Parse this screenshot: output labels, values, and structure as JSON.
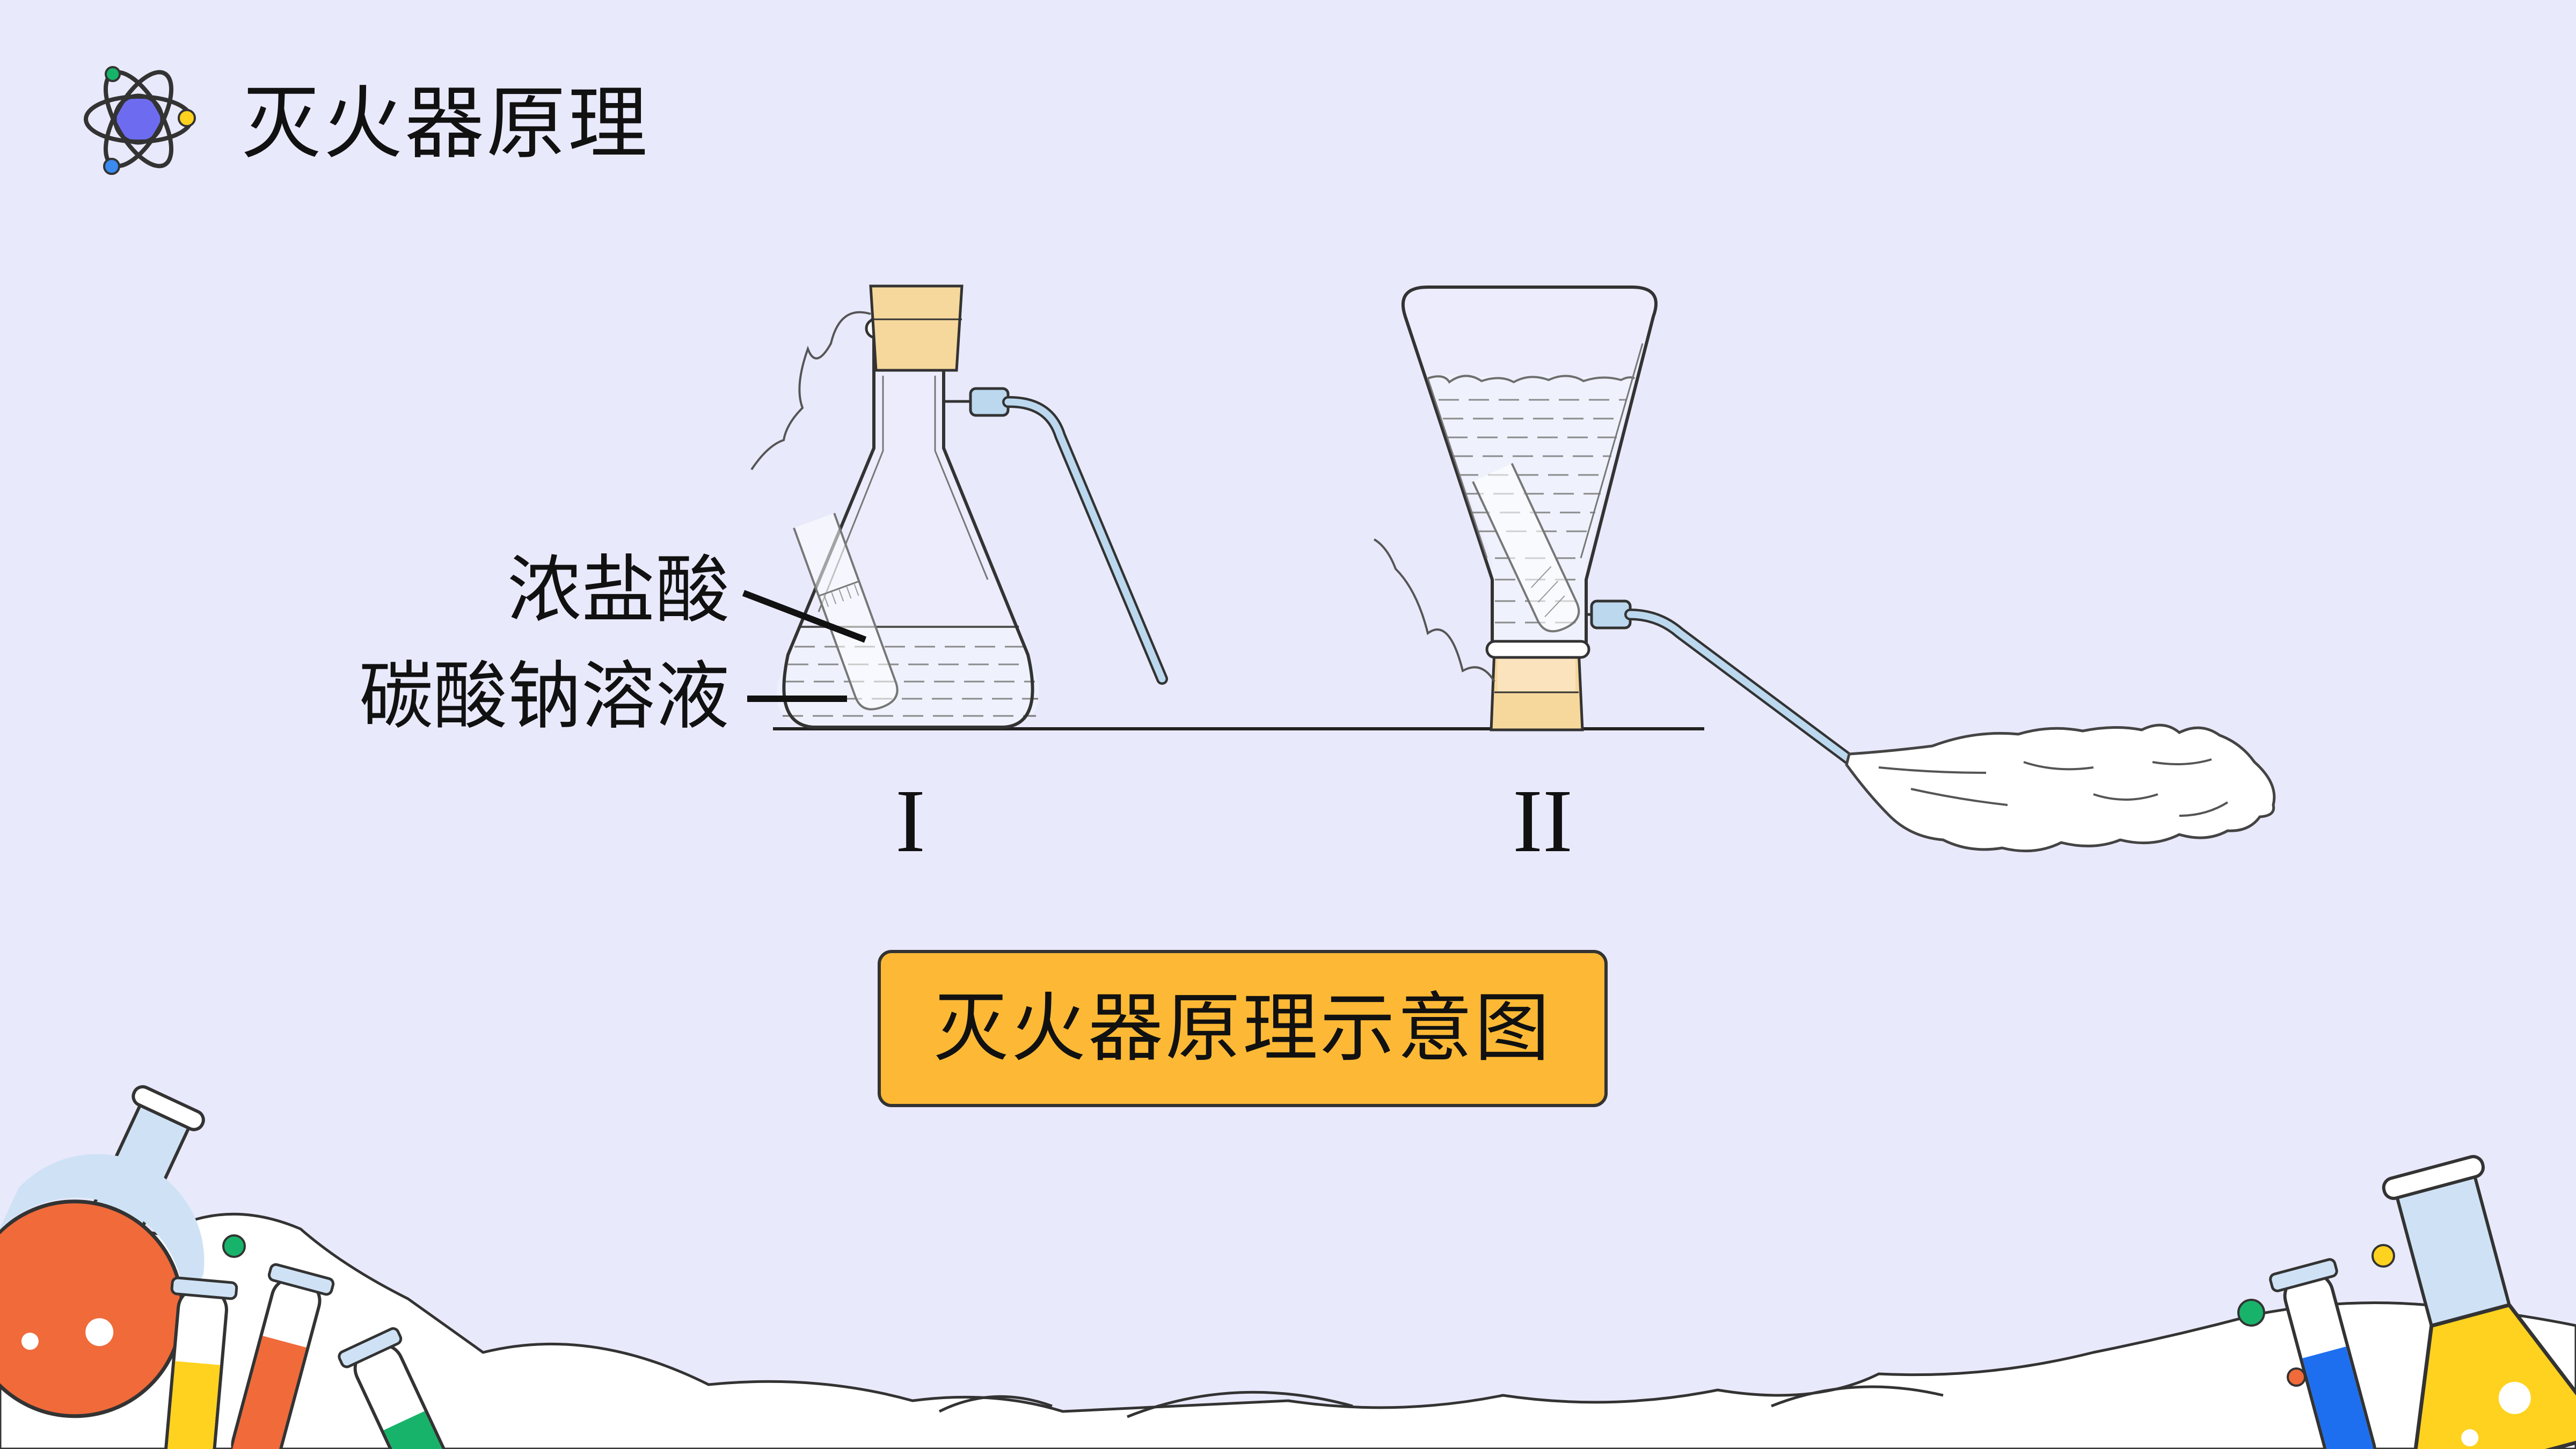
{
  "title": "灭火器原理",
  "labels": {
    "acid": "浓盐酸",
    "carbonate": "碳酸钠溶液"
  },
  "apparatus": {
    "first": "I",
    "second": "II"
  },
  "caption": "灭火器原理示意图",
  "icons": [
    "atom-icon",
    "flask-icon",
    "test-tube-icon",
    "beaker-icon"
  ],
  "colors": {
    "background": "#e9e9fc",
    "cork": "#f6d79c",
    "tube": "#bcd8ef",
    "caption_fill": "#fdb935",
    "atom_core": "#6d6cf0",
    "liquid_red": "#f06a3a",
    "liquid_yellow": "#ffd21f",
    "liquid_green": "#18b36a",
    "liquid_blue": "#1e6ff0"
  }
}
